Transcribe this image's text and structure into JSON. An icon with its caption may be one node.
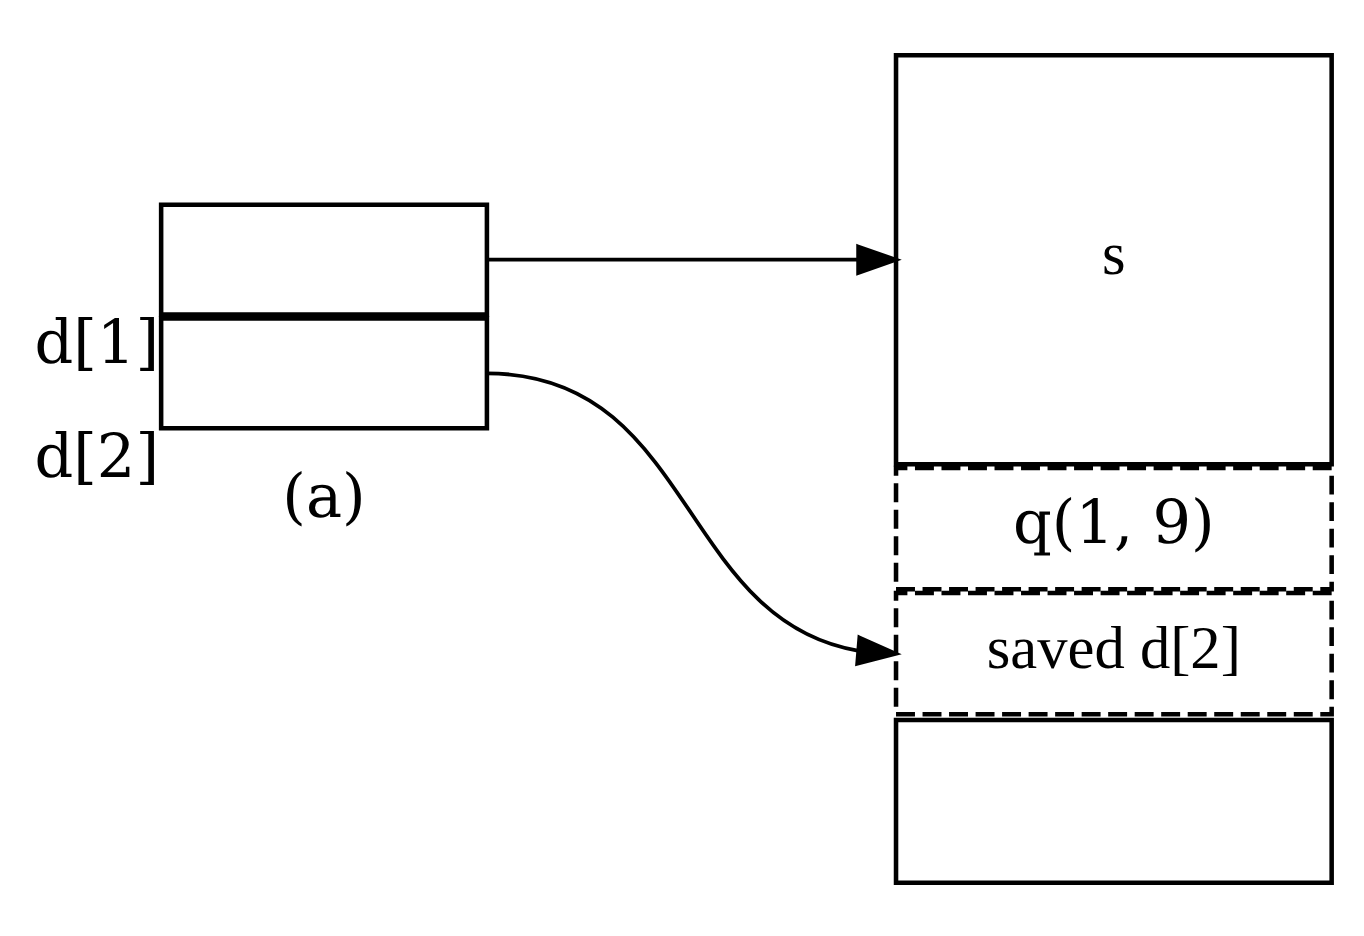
{
  "diagram": {
    "nodes": [
      {
        "text": [],
        "shape": "box",
        "beside": [
          "d[1]"
        ]
      },
      {
        "text": [],
        "shape": "box",
        "beside": [
          "d[2]"
        ]
      },
      {
        "text": [
          "s"
        ]
      },
      {
        "text": [
          "q(1, 9)"
        ]
      },
      {
        "text": [
          "saved d[2]"
        ]
      },
      {
        "text": [],
        "shape": "box"
      }
    ],
    "edges": [
      {
        "from": 0,
        "to": 2,
        "arrow": "to"
      },
      {
        "from": 1,
        "to": 4,
        "arrow": "to"
      }
    ],
    "labels": [
      "(a)"
    ]
  }
}
